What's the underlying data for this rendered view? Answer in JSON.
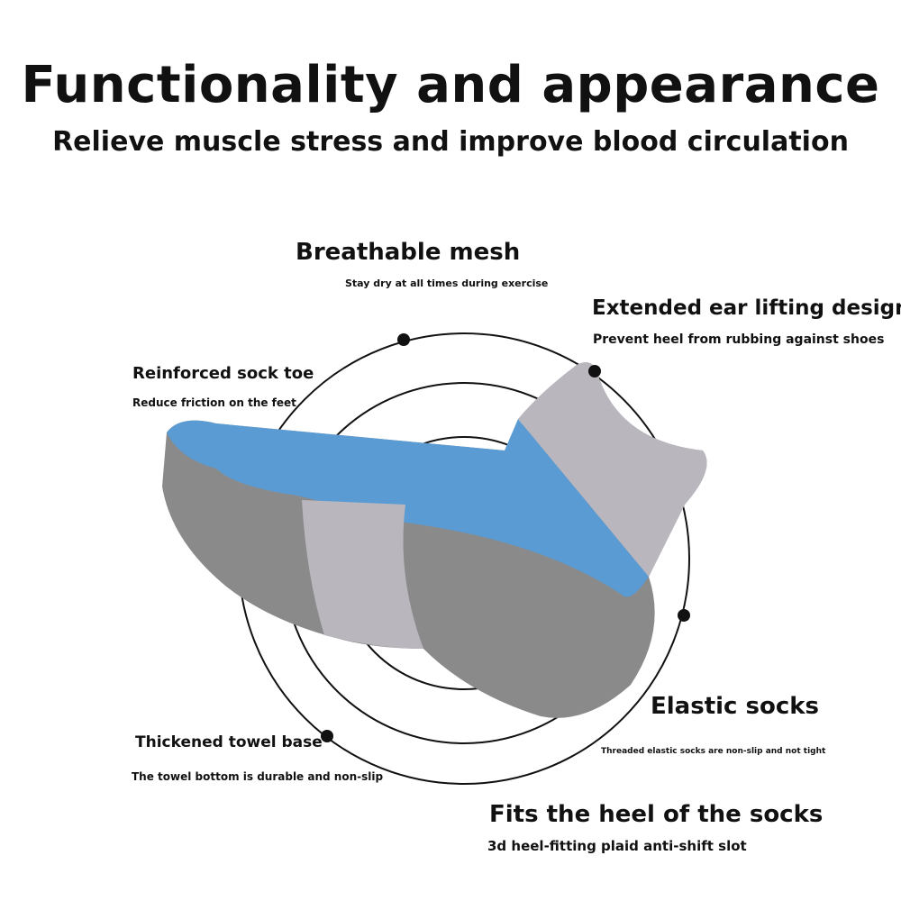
{
  "header": {
    "title": "Functionality and appearance",
    "subtitle": "Relieve muscle stress and improve blood circulation"
  },
  "features": [
    {
      "title": "Breathable mesh",
      "desc": "Stay dry at all times during exercise"
    },
    {
      "title": "Extended ear lifting design",
      "desc": "Prevent heel from rubbing against shoes"
    },
    {
      "title": "Reinforced sock toe",
      "desc": "Reduce friction on the feet"
    },
    {
      "title": "Elastic socks",
      "desc": "Threaded elastic socks are non-slip and not tight"
    },
    {
      "title": "Thickened towel base",
      "desc": "The towel bottom is durable and non-slip"
    },
    {
      "title": "Fits the heel of the socks",
      "desc": "3d heel-fitting plaid anti-shift slot"
    }
  ],
  "colors": {
    "sock_blue": "#5b9bd3",
    "sock_grey": "#8a8a8a",
    "sock_light": "#b9b7bd"
  }
}
